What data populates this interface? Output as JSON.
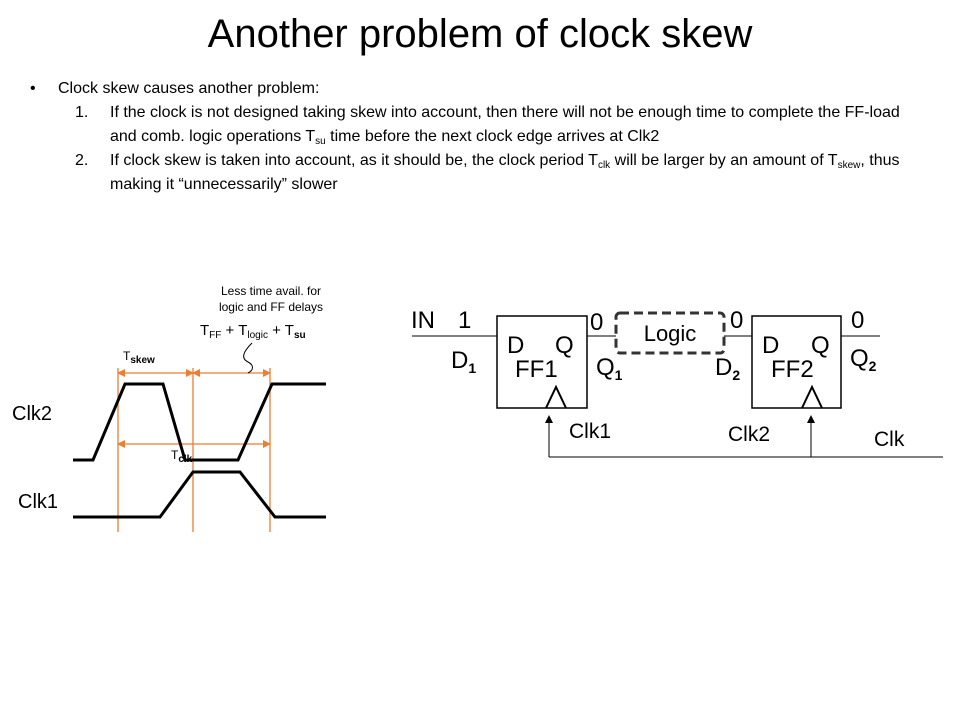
{
  "slide": {
    "title": "Another problem of clock skew"
  },
  "bullets": {
    "marker": "•",
    "intro": "Clock skew causes another problem:",
    "items": [
      {
        "num": "1.",
        "p1": "If the clock is not designed taking skew into account, then there will not be enough time to complete the FF-load and comb. logic operations T",
        "sub": "su",
        "p2": " time before the next clock edge arrives at Clk2",
        "sub2": "",
        "p3": ""
      },
      {
        "num": "2.",
        "p1": "If clock skew is taken into account, as it should be, the clock period T",
        "sub": "clk",
        "p2": " will be larger by an amount of T",
        "sub2": "skew",
        "p3": ", thus making it “unnecessarily” slower"
      }
    ]
  },
  "timing": {
    "clk2_label": "Clk2",
    "clk1_label": "Clk1",
    "tskew_t": "T",
    "tskew_sub": "skew",
    "tclk_t": "T",
    "tclk_sub": "clk",
    "note_line1": "Less time avail. for",
    "note_line2": "logic and FF delays",
    "note_t1": "T",
    "note_s1": "FF",
    "note_t2": " + T",
    "note_s2": "logic",
    "note_t3": " + T",
    "note_s3": "su"
  },
  "circuit": {
    "in_label": "IN",
    "in_value": "1",
    "d1_letter": "D",
    "d1_sub": "1",
    "ff1_d": "D",
    "ff1_q": "Q",
    "ff1_name": "FF1",
    "q1_letter": "Q",
    "q1_sub": "1",
    "q1_value": "0",
    "logic_label": "Logic",
    "d2_value": "0",
    "d2_letter": "D",
    "d2_sub": "2",
    "ff2_d": "D",
    "ff2_q": "Q",
    "ff2_name": "FF2",
    "q2_value": "0",
    "q2_letter": "Q",
    "q2_sub": "2",
    "clk1_label": "Clk1",
    "clk2_label": "Clk2",
    "clk_label": "Clk"
  },
  "colors": {
    "guide_lines": "#ED7D31",
    "waveform": "#000000"
  }
}
